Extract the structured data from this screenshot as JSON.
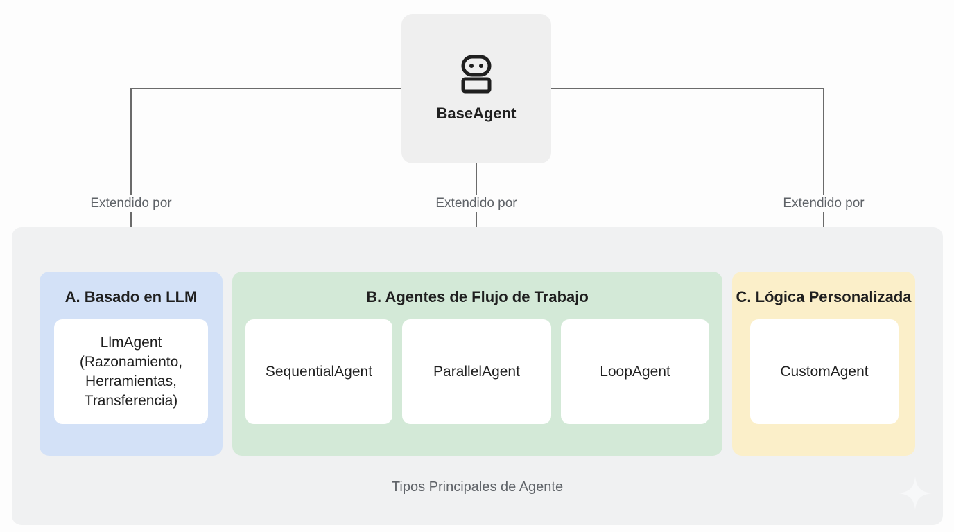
{
  "root": {
    "icon": "robot-icon",
    "title": "BaseAgent"
  },
  "edges": [
    {
      "label": "Extendido por",
      "target": "A. Basado en LLM"
    },
    {
      "label": "Extendido por",
      "target": "B. Agentes de Flujo de Trabajo"
    },
    {
      "label": "Extendido por",
      "target": "C. Lógica Personalizada"
    }
  ],
  "container": {
    "caption": "Tipos Principales de Agente"
  },
  "groups": [
    {
      "title": "A. Basado en LLM",
      "color": "#d3e1f7",
      "cards": [
        "LlmAgent\n(Razonamiento,\nHerramientas,\nTransferencia)"
      ]
    },
    {
      "title": "B. Agentes de Flujo de Trabajo",
      "color": "#d3e9d7",
      "cards": [
        "SequentialAgent",
        "ParallelAgent",
        "LoopAgent"
      ]
    },
    {
      "title": "C. Lógica Personalizada",
      "color": "#fbefc9",
      "cards": [
        "CustomAgent"
      ]
    }
  ],
  "colors": {
    "line": "#6b6b6b",
    "root_bg": "#efefef",
    "container_bg": "#f0f1f2",
    "label_text": "#5f6368"
  }
}
